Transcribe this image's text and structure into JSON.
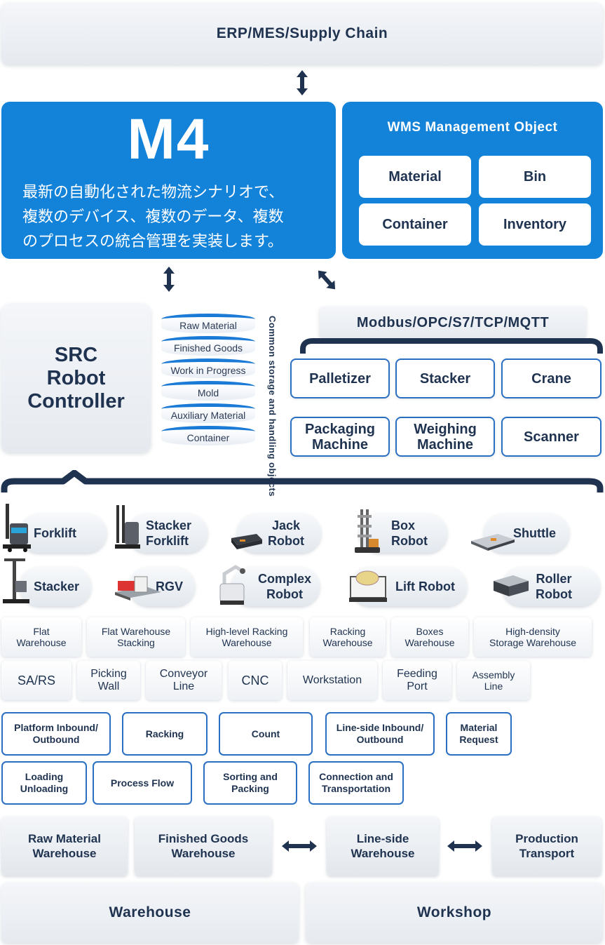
{
  "top_bar": {
    "label": "ERP/MES/Supply Chain"
  },
  "m4": {
    "title": "M4",
    "description_lines": [
      "最新の自動化された物流シナリオで、",
      "複数のデバイス、複数のデータ、複数",
      "のプロセスの統合管理を実装します。"
    ]
  },
  "wms": {
    "title": "WMS Management Object",
    "items": [
      "Material",
      "Bin",
      "Container",
      "Inventory"
    ]
  },
  "src": {
    "lines": [
      "SRC",
      "Robot",
      "Controller"
    ]
  },
  "storage_stack": {
    "layers": [
      "Raw Material",
      "Finished Goods",
      "Work in Progress",
      "Mold",
      "Auxiliary Material",
      "Container"
    ],
    "side_label": "Common storage and handling objects"
  },
  "protocol": {
    "label": "Modbus/OPC/S7/TCP/MQTT"
  },
  "devices": {
    "row1": [
      "Palletizer",
      "Stacker",
      "Crane"
    ],
    "row2": [
      {
        "l1": "Packaging",
        "l2": "Machine"
      },
      {
        "l1": "Weighing",
        "l2": "Machine"
      },
      {
        "l1": "Scanner",
        "l2": ""
      }
    ]
  },
  "robots": {
    "row1": [
      {
        "l1": "Forklift",
        "l2": "",
        "icon": "forklift-icon"
      },
      {
        "l1": "Stacker",
        "l2": "Forklift",
        "icon": "stacker-forklift-icon"
      },
      {
        "l1": "Jack",
        "l2": "Robot",
        "icon": "jack-robot-icon"
      },
      {
        "l1": "Box",
        "l2": "Robot",
        "icon": "box-robot-icon"
      },
      {
        "l1": "Shuttle",
        "l2": "",
        "icon": "shuttle-icon"
      }
    ],
    "row2": [
      {
        "l1": "Stacker",
        "l2": "",
        "icon": "stacker-icon"
      },
      {
        "l1": "RGV",
        "l2": "",
        "icon": "rgv-icon"
      },
      {
        "l1": "Complex",
        "l2": "Robot",
        "icon": "complex-robot-icon"
      },
      {
        "l1": "Lift Robot",
        "l2": "",
        "icon": "lift-robot-icon"
      },
      {
        "l1": "Roller",
        "l2": "Robot",
        "icon": "roller-robot-icon"
      }
    ]
  },
  "scenes": {
    "row1": [
      {
        "l1": "Flat",
        "l2": "Warehouse"
      },
      {
        "l1": "Flat Warehouse",
        "l2": "Stacking"
      },
      {
        "l1": "High-level Racking",
        "l2": "Warehouse"
      },
      {
        "l1": "Racking",
        "l2": "Warehouse"
      },
      {
        "l1": "Boxes",
        "l2": "Warehouse"
      },
      {
        "l1": "High-density",
        "l2": "Storage Warehouse"
      }
    ],
    "row2": [
      {
        "l1": "SA/RS",
        "l2": ""
      },
      {
        "l1": "Picking",
        "l2": "Wall"
      },
      {
        "l1": "Conveyor",
        "l2": "Line"
      },
      {
        "l1": "CNC",
        "l2": ""
      },
      {
        "l1": "Workstation",
        "l2": ""
      },
      {
        "l1": "Feeding",
        "l2": "Port"
      },
      {
        "l1": "Assembly",
        "l2": "Line"
      }
    ]
  },
  "functions": {
    "row1": [
      {
        "l1": "Platform Inbound/",
        "l2": "Outbound"
      },
      {
        "l1": "Racking",
        "l2": ""
      },
      {
        "l1": "Count",
        "l2": ""
      },
      {
        "l1": "Line-side Inbound/",
        "l2": "Outbound"
      },
      {
        "l1": "Material",
        "l2": "Request"
      }
    ],
    "row2": [
      {
        "l1": "Loading",
        "l2": "Unloading"
      },
      {
        "l1": "Process Flow",
        "l2": ""
      },
      {
        "l1": "Sorting and",
        "l2": "Packing"
      },
      {
        "l1": "Connection and",
        "l2": "Transportation"
      }
    ]
  },
  "flows": [
    {
      "l1": "Raw Material",
      "l2": "Warehouse"
    },
    {
      "l1": "Finished Goods",
      "l2": "Warehouse"
    },
    {
      "l1": "Line-side",
      "l2": "Warehouse"
    },
    {
      "l1": "Production",
      "l2": "Transport"
    }
  ],
  "areas": [
    "Warehouse",
    "Workshop"
  ],
  "colors": {
    "accent_blue": "#1382d9",
    "navy": "#1f3350",
    "border_blue": "#2a6fc2"
  }
}
